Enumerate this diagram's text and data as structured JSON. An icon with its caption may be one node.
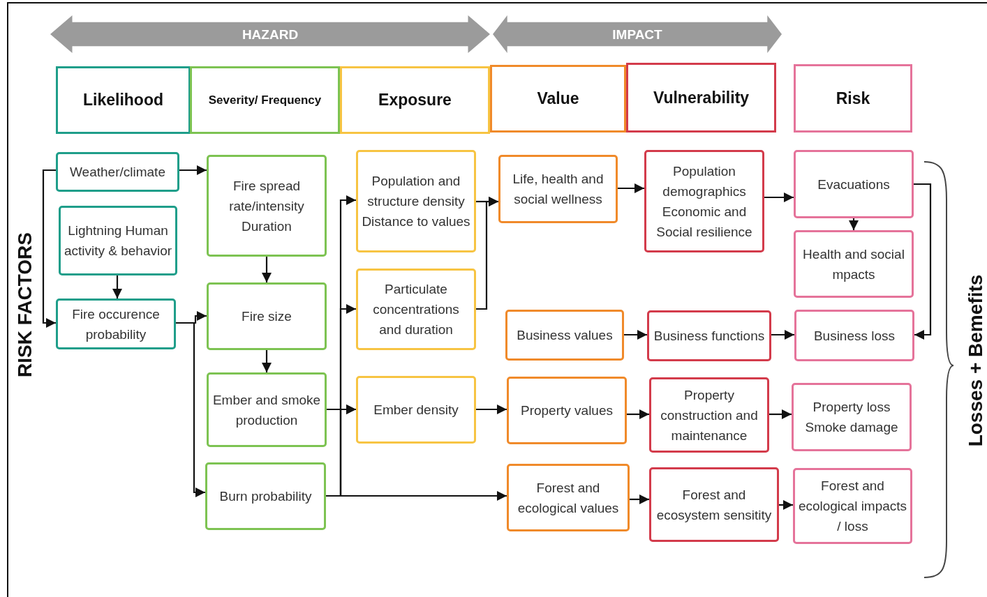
{
  "diagram": {
    "nodes": [
      {
        "text": [
          "HAZARD"
        ]
      },
      {
        "text": [
          "IMPACT"
        ]
      },
      {
        "text": [
          "Likelihood"
        ]
      },
      {
        "text": [
          "Severity/ Frequency"
        ]
      },
      {
        "text": [
          "Exposure"
        ]
      },
      {
        "text": [
          "Value"
        ]
      },
      {
        "text": [
          "Vulnerability"
        ]
      },
      {
        "text": [
          "Risk"
        ]
      },
      {
        "text": [
          "Weather/climate"
        ]
      },
      {
        "text": [
          "Lightning Human activity & behavior"
        ]
      },
      {
        "text": [
          "Fire occurence probability"
        ]
      },
      {
        "text": [
          "Fire spread rate/intensity Duration"
        ]
      },
      {
        "text": [
          "Fire size"
        ]
      },
      {
        "text": [
          "Ember and smoke production"
        ]
      },
      {
        "text": [
          "Burn probability"
        ]
      },
      {
        "text": [
          "Population and structure density Distance to values"
        ]
      },
      {
        "text": [
          "Particulate concentrations and duration"
        ]
      },
      {
        "text": [
          "Ember density"
        ]
      },
      {
        "text": [
          "Life, health and social wellness"
        ]
      },
      {
        "text": [
          "Business values"
        ]
      },
      {
        "text": [
          "Property values"
        ]
      },
      {
        "text": [
          "Forest and ecological values"
        ]
      },
      {
        "text": [
          "Population demographics Economic and Social resilience"
        ]
      },
      {
        "text": [
          "Business functions"
        ]
      },
      {
        "text": [
          "Property construction and maintenance"
        ]
      },
      {
        "text": [
          "Forest and ecosystem sensitity"
        ]
      },
      {
        "text": [
          "Evacuations"
        ]
      },
      {
        "text": [
          "Health and social mpacts"
        ]
      },
      {
        "text": [
          "Business loss"
        ]
      },
      {
        "text": [
          "Property loss Smoke damage"
        ]
      },
      {
        "text": [
          "Forest and ecological impacts / loss"
        ]
      }
    ],
    "edges": [
      {
        "from": 8,
        "to": 11,
        "arrow": "to"
      },
      {
        "from": 8,
        "to": 10,
        "arrow": "to"
      },
      {
        "from": 9,
        "to": 10,
        "arrow": "to"
      },
      {
        "from": 10,
        "to": 12,
        "arrow": "to"
      },
      {
        "from": 10,
        "to": 14,
        "arrow": "to"
      },
      {
        "from": 11,
        "to": 12,
        "arrow": "to"
      },
      {
        "from": 12,
        "to": 13,
        "arrow": "to"
      },
      {
        "from": 14,
        "to": 15,
        "arrow": "to"
      },
      {
        "from": 14,
        "to": 16,
        "arrow": "to"
      },
      {
        "from": 14,
        "to": 17,
        "arrow": "to"
      },
      {
        "from": 13,
        "to": 17,
        "arrow": "to"
      },
      {
        "from": 14,
        "to": 21,
        "arrow": "to"
      },
      {
        "from": 15,
        "to": 18,
        "arrow": "to"
      },
      {
        "from": 16,
        "to": 18,
        "arrow": "to"
      },
      {
        "from": 17,
        "to": 20,
        "arrow": "to"
      },
      {
        "from": 18,
        "to": 22,
        "arrow": "to"
      },
      {
        "from": 19,
        "to": 23,
        "arrow": "to"
      },
      {
        "from": 20,
        "to": 24,
        "arrow": "to"
      },
      {
        "from": 21,
        "to": 25,
        "arrow": "to"
      },
      {
        "from": 22,
        "to": 26,
        "arrow": "to"
      },
      {
        "from": 26,
        "to": 27,
        "arrow": "to"
      },
      {
        "from": 26,
        "to": 28,
        "arrow": "to"
      },
      {
        "from": 23,
        "to": 28,
        "arrow": "to"
      },
      {
        "from": 24,
        "to": 29,
        "arrow": "to"
      },
      {
        "from": 25,
        "to": 30,
        "arrow": "to"
      }
    ],
    "labels": [
      "RISK FACTORS",
      "Losses + Bemefits"
    ]
  }
}
